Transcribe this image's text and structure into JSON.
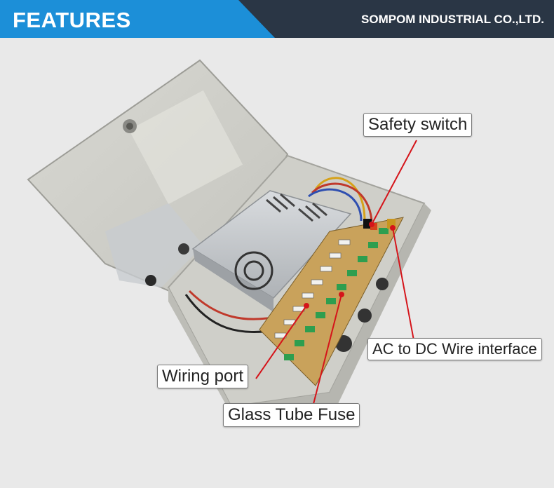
{
  "header": {
    "title": "FEATURES",
    "company": "SOMPOM INDUSTRIAL CO.,LTD."
  },
  "callouts": {
    "safety_switch": "Safety switch",
    "ac_dc": "AC to DC Wire interface",
    "wiring_port": "Wiring port",
    "fuse": "Glass Tube Fuse"
  },
  "colors": {
    "header_dark": "#2a3645",
    "header_blue": "#1c8fd8",
    "pointer_red": "#d5141a"
  }
}
